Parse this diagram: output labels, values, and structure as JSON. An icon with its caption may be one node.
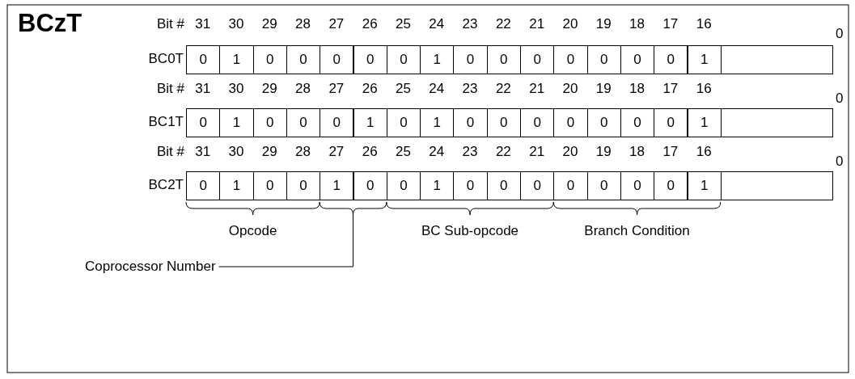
{
  "diagram": {
    "title": "BCzT",
    "nodes": [
      {
        "text": [
          "Coprocessor Number"
        ]
      },
      {
        "text": [],
        "shape": "bracket"
      }
    ],
    "edges": [
      {
        "from": 0,
        "to": 1,
        "arrow": "none"
      }
    ],
    "labels": [
      "Bit #",
      "31",
      "30",
      "29",
      "28",
      "27",
      "26",
      "25",
      "24",
      "23",
      "22",
      "21",
      "20",
      "19",
      "18",
      "17",
      "16",
      "0",
      "BC0T",
      "0",
      "1",
      "0",
      "0",
      "0",
      "0",
      "0",
      "1",
      "0",
      "0",
      "0",
      "0",
      "0",
      "0",
      "0",
      "1",
      "Bit #",
      "31",
      "30",
      "29",
      "28",
      "27",
      "26",
      "25",
      "24",
      "23",
      "22",
      "21",
      "20",
      "19",
      "18",
      "17",
      "16",
      "0",
      "BC1T",
      "0",
      "1",
      "0",
      "0",
      "0",
      "1",
      "0",
      "1",
      "0",
      "0",
      "0",
      "0",
      "0",
      "0",
      "0",
      "1",
      "Bit #",
      "31",
      "30",
      "29",
      "28",
      "27",
      "26",
      "25",
      "24",
      "23",
      "22",
      "21",
      "20",
      "19",
      "18",
      "17",
      "16",
      "0",
      "BC2T",
      "0",
      "1",
      "0",
      "0",
      "1",
      "0",
      "0",
      "1",
      "0",
      "0",
      "0",
      "0",
      "0",
      "0",
      "0",
      "1",
      "Opcode",
      "BC Sub-opcode",
      "Branch Condition"
    ]
  }
}
